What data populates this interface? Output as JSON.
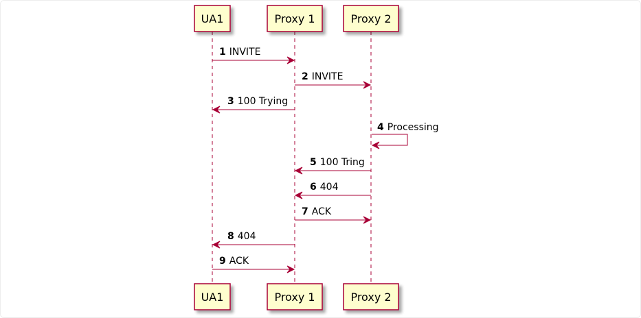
{
  "diagram": {
    "type": "sequence",
    "colors": {
      "line": "#A80036",
      "participant_fill": "#FEFECE",
      "participant_border": "#A80036",
      "text": "#000000"
    },
    "participants": [
      {
        "id": "ua1",
        "label": "UA1"
      },
      {
        "id": "proxy1",
        "label": "Proxy 1"
      },
      {
        "id": "proxy2",
        "label": "Proxy 2"
      }
    ],
    "messages": [
      {
        "num": "1",
        "text": "INVITE",
        "from": "ua1",
        "to": "proxy1"
      },
      {
        "num": "2",
        "text": "INVITE",
        "from": "proxy1",
        "to": "proxy2"
      },
      {
        "num": "3",
        "text": "100 Trying",
        "from": "proxy1",
        "to": "ua1"
      },
      {
        "num": "4",
        "text": "Processing",
        "from": "proxy2",
        "to": "proxy2"
      },
      {
        "num": "5",
        "text": "100 Tring",
        "from": "proxy2",
        "to": "proxy1"
      },
      {
        "num": "6",
        "text": "404",
        "from": "proxy2",
        "to": "proxy1"
      },
      {
        "num": "7",
        "text": "ACK",
        "from": "proxy1",
        "to": "proxy2"
      },
      {
        "num": "8",
        "text": "404",
        "from": "proxy1",
        "to": "ua1"
      },
      {
        "num": "9",
        "text": "ACK",
        "from": "ua1",
        "to": "proxy1"
      }
    ]
  }
}
